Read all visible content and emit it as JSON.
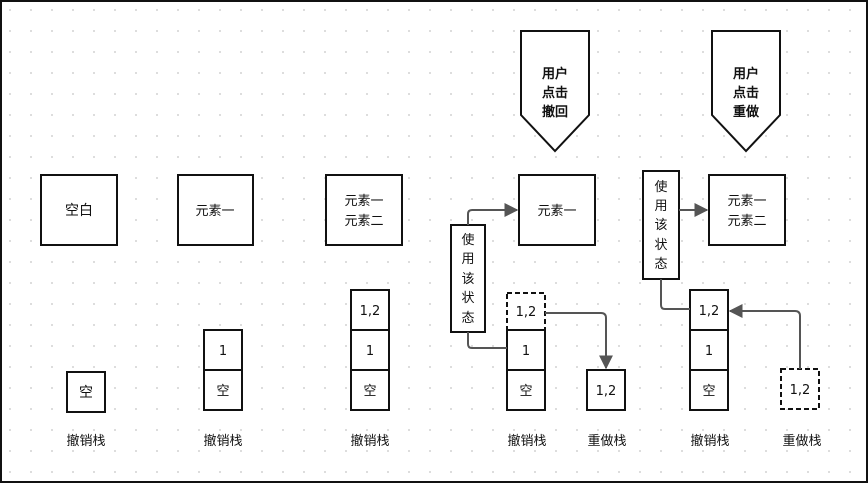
{
  "columns": {
    "c1": {
      "state": "空白",
      "stack": [
        "空"
      ],
      "undo_label": "撤销栈"
    },
    "c2": {
      "state": "元素一",
      "stack": [
        "1",
        "空"
      ],
      "undo_label": "撤销栈"
    },
    "c3": {
      "state_lines": [
        "元素一",
        "元素二"
      ],
      "stack": [
        "1,2",
        "1",
        "空"
      ],
      "undo_label": "撤销栈"
    },
    "c4": {
      "banner": [
        "用户",
        "点击",
        "撤回"
      ],
      "state": "元素一",
      "use_state": [
        "使",
        "用",
        "该",
        "状",
        "态"
      ],
      "stack_ghost": "1,2",
      "stack": [
        "1",
        "空"
      ],
      "redo_item": "1,2",
      "undo_label": "撤销栈",
      "redo_label": "重做栈"
    },
    "c5": {
      "banner": [
        "用户",
        "点击",
        "重做"
      ],
      "state_lines": [
        "元素一",
        "元素二"
      ],
      "use_state": [
        "使",
        "用",
        "该",
        "状",
        "态"
      ],
      "stack": [
        "1,2",
        "1",
        "空"
      ],
      "redo_ghost": "1,2",
      "undo_label": "撤销栈",
      "redo_label": "重做栈"
    }
  }
}
